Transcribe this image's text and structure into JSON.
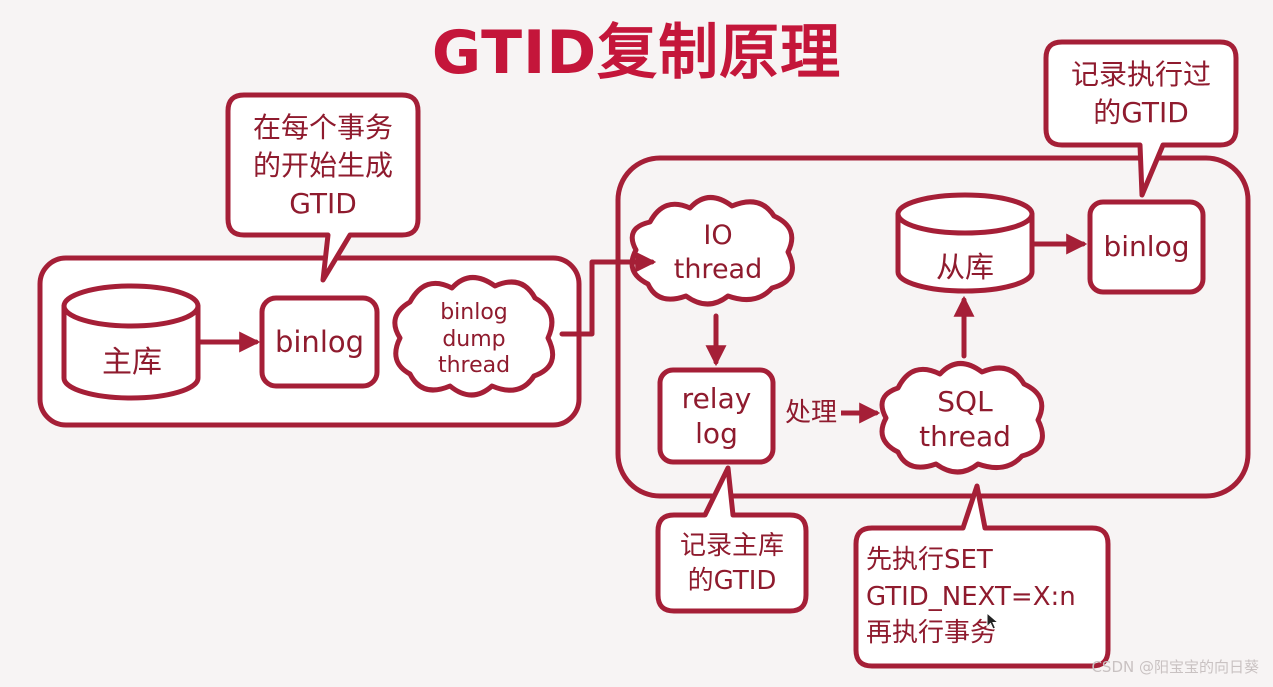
{
  "title": "GTID复制原理",
  "master": {
    "db_label": "主库",
    "binlog_label": "binlog",
    "dump_thread": [
      "binlog",
      "dump",
      "thread"
    ],
    "callout": [
      "在每个事务",
      "的开始生成",
      "GTID"
    ]
  },
  "slave": {
    "io_thread": [
      "IO",
      "thread"
    ],
    "relay_log": [
      "relay",
      "log"
    ],
    "process_label": "处理",
    "sql_thread": [
      "SQL",
      "thread"
    ],
    "db_label": "从库",
    "binlog_label": "binlog",
    "relay_callout": [
      "记录主库",
      "的GTID"
    ],
    "sql_callout": [
      "先执行SET",
      "GTID_NEXT=X:n",
      "再执行事务"
    ],
    "binlog_callout": [
      "记录执行过",
      "的GTID"
    ]
  },
  "watermark": "CSDN @阳宝宝的向日葵",
  "colors": {
    "stroke": "#a51f37",
    "title": "#c4163a",
    "fill": "#ffffff",
    "text": "#8f1b2e"
  }
}
